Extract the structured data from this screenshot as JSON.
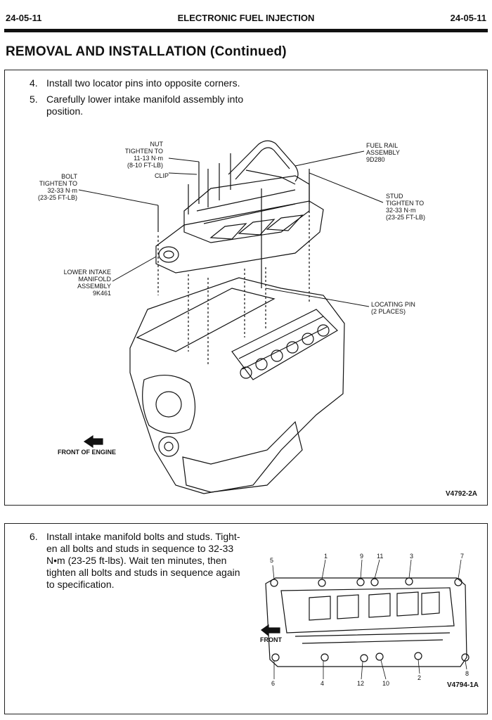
{
  "header": {
    "section_left": "24-05-11",
    "title": "ELECTRONIC FUEL INJECTION",
    "section_right": "24-05-11"
  },
  "page_title": "REMOVAL AND INSTALLATION (Continued)",
  "panel1": {
    "steps": [
      {
        "num": "4.",
        "lines": [
          "Install two locator pins into opposite corners."
        ]
      },
      {
        "num": "5.",
        "lines": [
          "Carefully lower intake manifold assembly into",
          "position."
        ]
      }
    ],
    "labels": {
      "nut": [
        "NUT",
        "TIGHTEN TO",
        "11-13 N·m",
        "(8-10 FT-LB)"
      ],
      "clip": [
        "CLIP"
      ],
      "bolt": [
        "BOLT",
        "TIGHTEN TO",
        "32-33 N·m",
        "(23-25 FT-LB)"
      ],
      "fuel_rail": [
        "FUEL RAIL",
        "ASSEMBLY",
        "9D280"
      ],
      "stud": [
        "STUD",
        "TIGHTEN TO",
        "32-33 N·m",
        "(23-25 FT-LB)"
      ],
      "lower_intake": [
        "LOWER INTAKE",
        "MANIFOLD",
        "ASSEMBLY",
        "9K461"
      ],
      "locating_pin": [
        "LOCATING PIN",
        "(2 PLACES)"
      ],
      "front_of_engine": "FRONT OF ENGINE"
    },
    "figure_id": "V4792-2A"
  },
  "panel2": {
    "step": {
      "num": "6.",
      "lines": [
        "Install intake manifold bolts and studs. Tight-",
        "en all bolts and studs in sequence to 32-33",
        "N•m (23-25 ft-lbs). Wait ten minutes, then",
        "tighten all bolts and studs in sequence again",
        "to specification."
      ]
    },
    "front_label": "FRONT",
    "sequence_top": [
      "5",
      "1",
      "9",
      "11",
      "3",
      "7"
    ],
    "sequence_bottom": [
      "6",
      "4",
      "12",
      "10",
      "2",
      "8"
    ],
    "figure_id": "V4794-1A"
  }
}
